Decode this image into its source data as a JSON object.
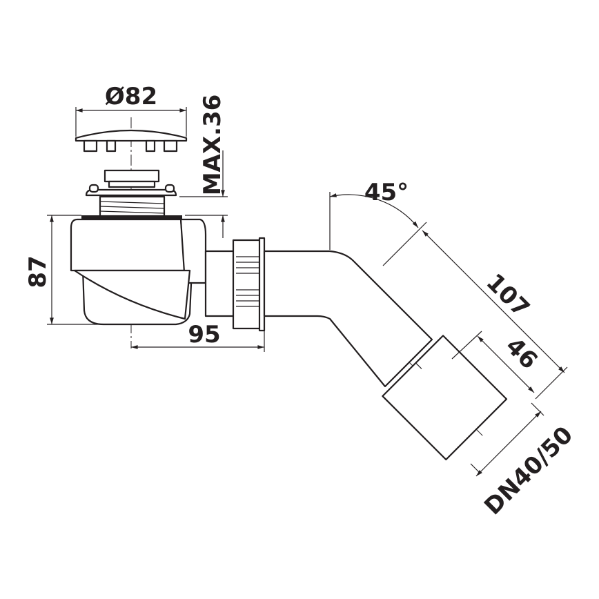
{
  "dimensions": {
    "cap_diameter": "Ø82",
    "max_thickness": "MAX.36",
    "height": "87",
    "horizontal_length": "95",
    "angle": "45°",
    "outlet_length": "107",
    "sleeve_length": "46",
    "outlet_size": "DN40/50"
  },
  "colors": {
    "line": "#231f20",
    "background": "#ffffff"
  }
}
